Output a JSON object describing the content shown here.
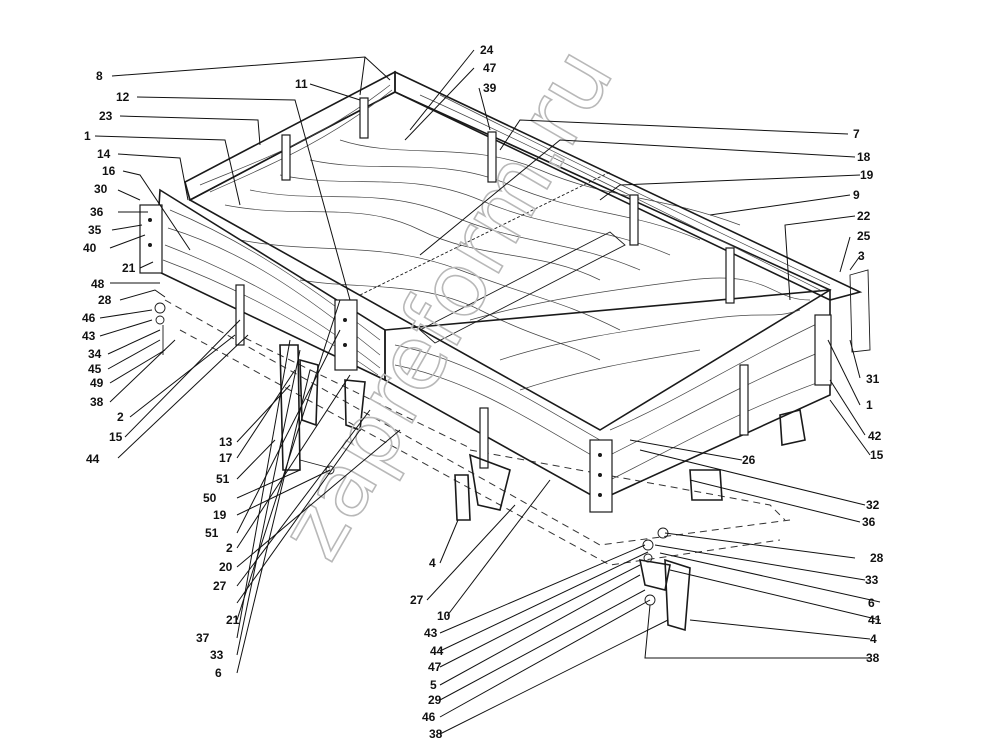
{
  "watermark": "zapreform.ru",
  "callouts": [
    {
      "id": "c8",
      "label": "8"
    },
    {
      "id": "c11",
      "label": "11"
    },
    {
      "id": "c24",
      "label": "24"
    },
    {
      "id": "c47a",
      "label": "47"
    },
    {
      "id": "c39",
      "label": "39"
    },
    {
      "id": "c12",
      "label": "12"
    },
    {
      "id": "c23",
      "label": "23"
    },
    {
      "id": "c1a",
      "label": "1"
    },
    {
      "id": "c7",
      "label": "7"
    },
    {
      "id": "c18",
      "label": "18"
    },
    {
      "id": "c14",
      "label": "14"
    },
    {
      "id": "c16",
      "label": "16"
    },
    {
      "id": "c19a",
      "label": "19"
    },
    {
      "id": "c30",
      "label": "30"
    },
    {
      "id": "c9",
      "label": "9"
    },
    {
      "id": "c36a",
      "label": "36"
    },
    {
      "id": "c22",
      "label": "22"
    },
    {
      "id": "c35",
      "label": "35"
    },
    {
      "id": "c25",
      "label": "25"
    },
    {
      "id": "c40",
      "label": "40"
    },
    {
      "id": "c3",
      "label": "3"
    },
    {
      "id": "c21a",
      "label": "21"
    },
    {
      "id": "c48",
      "label": "48"
    },
    {
      "id": "c28a",
      "label": "28"
    },
    {
      "id": "c46a",
      "label": "46"
    },
    {
      "id": "c43a",
      "label": "43"
    },
    {
      "id": "c34",
      "label": "34"
    },
    {
      "id": "c31",
      "label": "31"
    },
    {
      "id": "c45",
      "label": "45"
    },
    {
      "id": "c49",
      "label": "49"
    },
    {
      "id": "c1b",
      "label": "1"
    },
    {
      "id": "c38a",
      "label": "38"
    },
    {
      "id": "c42",
      "label": "42"
    },
    {
      "id": "c2a",
      "label": "2"
    },
    {
      "id": "c15a",
      "label": "15"
    },
    {
      "id": "c15b",
      "label": "15"
    },
    {
      "id": "c13",
      "label": "13"
    },
    {
      "id": "c17",
      "label": "17"
    },
    {
      "id": "c44a",
      "label": "44"
    },
    {
      "id": "c26",
      "label": "26"
    },
    {
      "id": "c51a",
      "label": "51"
    },
    {
      "id": "c32",
      "label": "32"
    },
    {
      "id": "c50",
      "label": "50"
    },
    {
      "id": "c36b",
      "label": "36"
    },
    {
      "id": "c19b",
      "label": "19"
    },
    {
      "id": "c51b",
      "label": "51"
    },
    {
      "id": "c2b",
      "label": "2"
    },
    {
      "id": "c28b",
      "label": "28"
    },
    {
      "id": "c20",
      "label": "20"
    },
    {
      "id": "c4a",
      "label": "4"
    },
    {
      "id": "c33a",
      "label": "33"
    },
    {
      "id": "c27a",
      "label": "27"
    },
    {
      "id": "c6a",
      "label": "6"
    },
    {
      "id": "c27b",
      "label": "27"
    },
    {
      "id": "c41",
      "label": "41"
    },
    {
      "id": "c10",
      "label": "10"
    },
    {
      "id": "c21b",
      "label": "21"
    },
    {
      "id": "c43b",
      "label": "43"
    },
    {
      "id": "c4b",
      "label": "4"
    },
    {
      "id": "c37",
      "label": "37"
    },
    {
      "id": "c44b",
      "label": "44"
    },
    {
      "id": "c38b",
      "label": "38"
    },
    {
      "id": "c33b",
      "label": "33"
    },
    {
      "id": "c47b",
      "label": "47"
    },
    {
      "id": "c6b",
      "label": "6"
    },
    {
      "id": "c5",
      "label": "5"
    },
    {
      "id": "c29",
      "label": "29"
    },
    {
      "id": "c46b",
      "label": "46"
    },
    {
      "id": "c38c",
      "label": "38"
    }
  ]
}
